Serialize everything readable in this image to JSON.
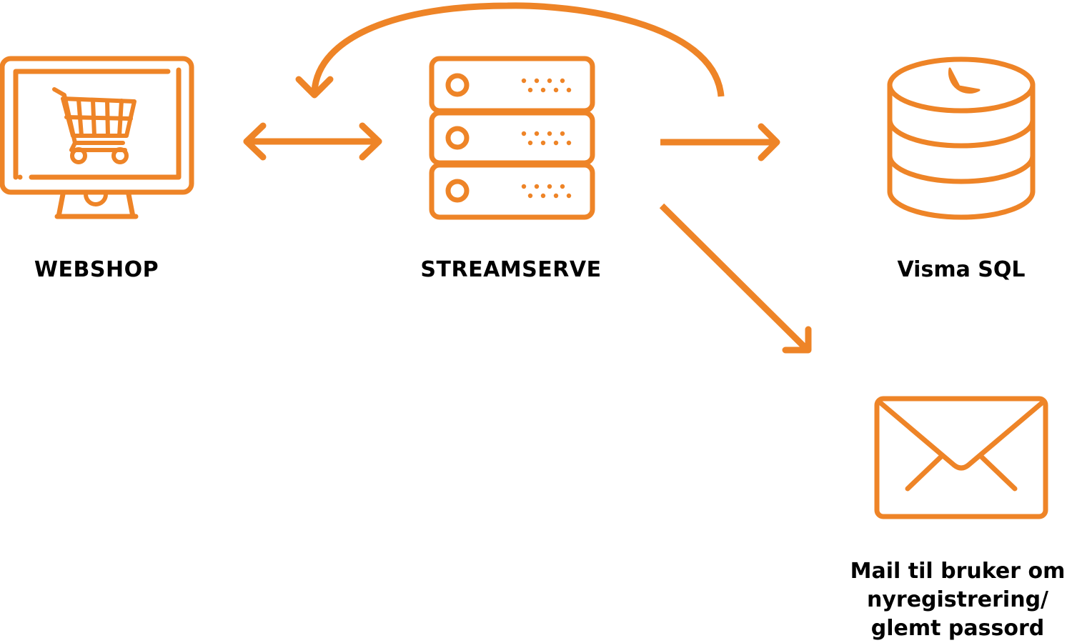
{
  "colors": {
    "accent": "#EE8427",
    "text": "#000000",
    "background": "#FFFFFF"
  },
  "nodes": {
    "webshop": {
      "label": "WEBSHOP",
      "icon": "computer-shopping-cart-icon"
    },
    "streamserve": {
      "label": "STREAMSERVE",
      "icon": "server-stack-icon"
    },
    "visma": {
      "label": "Visma SQL",
      "icon": "database-icon"
    },
    "mail": {
      "label": "Mail til bruker om nyregistrering/ glemt passord",
      "icon": "envelope-icon"
    }
  },
  "edges": [
    {
      "from": "webshop",
      "to": "streamserve",
      "direction": "both"
    },
    {
      "from": "streamserve",
      "to": "visma",
      "direction": "forward"
    },
    {
      "from": "streamserve",
      "to": "mail",
      "direction": "forward"
    },
    {
      "from": "visma",
      "to": "webshop",
      "direction": "forward"
    }
  ]
}
